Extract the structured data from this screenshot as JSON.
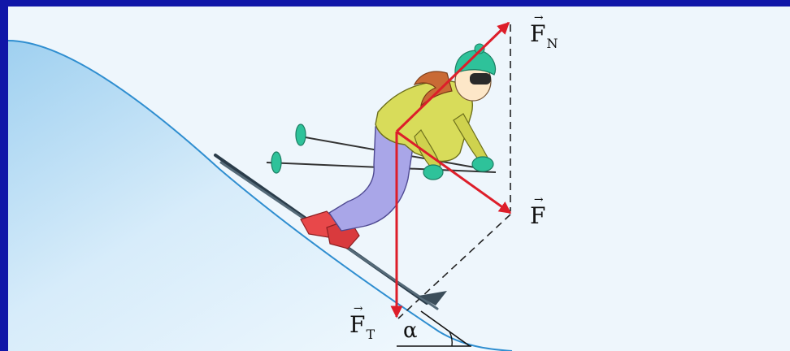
{
  "labels": {
    "normal_force": {
      "main": "F",
      "sub": "N",
      "arrow": "→"
    },
    "resultant_force": {
      "main": "F",
      "sub": "",
      "arrow": "→"
    },
    "gravity_force": {
      "main": "F",
      "sub": "T",
      "arrow": "→"
    },
    "angle": "α"
  },
  "colors": {
    "frame_border": "#1016a8",
    "background": "#eef6fc",
    "force_vectors": "#dd1e2a",
    "slope_edge": "#2f8ed0",
    "jacket": "#d8dc5a",
    "pants": "#a9a6e8",
    "boots": "#e8484a",
    "accessories": "#2ec29a"
  }
}
